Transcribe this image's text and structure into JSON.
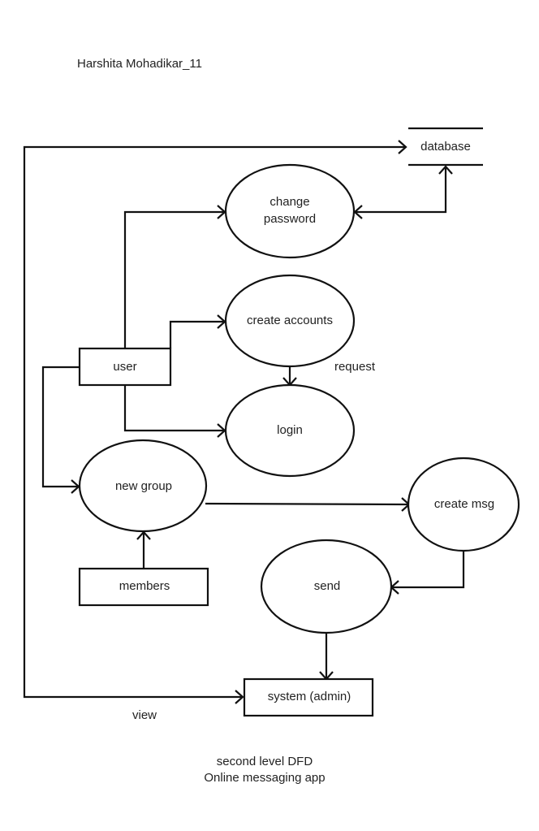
{
  "author": "Harshita Mohadikar_11",
  "caption": {
    "line1": "second level DFD",
    "line2": "Online messaging app"
  },
  "nodes": {
    "database": "database",
    "change_password_line1": "change",
    "change_password_line2": "password",
    "create_accounts": "create accounts",
    "user": "user",
    "login": "login",
    "new_group": "new group",
    "create_msg": "create msg",
    "members": "members",
    "send": "send",
    "system_admin": "system (admin)"
  },
  "flow_labels": {
    "request": "request",
    "view": "view"
  }
}
